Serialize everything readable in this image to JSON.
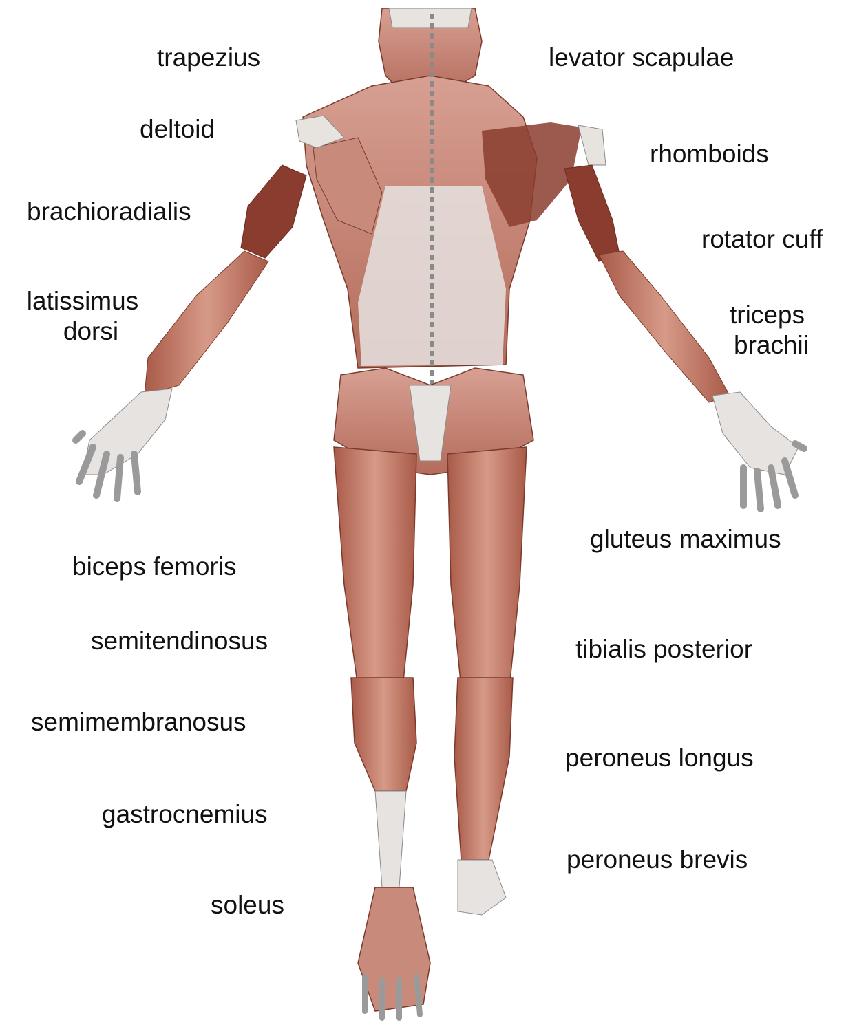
{
  "colors": {
    "muscle": "#c77e6c",
    "muscle_dark": "#8a3d2e",
    "tendon": "#e6e4e2",
    "bone_line": "#9a9a9a",
    "label_text": "#111111"
  },
  "labels": {
    "trapezius": "trapezius",
    "deltoid": "deltoid",
    "brachioradialis": "brachioradialis",
    "latissimus_line1": "latissimus",
    "latissimus_line2": "dorsi",
    "biceps_femoris": "biceps femoris",
    "semitendinosus": "semitendinosus",
    "semimembranosus": "semimembranosus",
    "gastrocnemius": "gastrocnemius",
    "soleus": "soleus",
    "levator_scapulae": "levator scapulae",
    "rhomboids": "rhomboids",
    "rotator_cuff": "rotator cuff",
    "triceps_line1": "triceps",
    "triceps_line2": "brachii",
    "gluteus_maximus": "gluteus maximus",
    "tibialis_posterior": "tibialis posterior",
    "peroneus_longus": "peroneus longus",
    "peroneus_brevis": "peroneus brevis"
  }
}
